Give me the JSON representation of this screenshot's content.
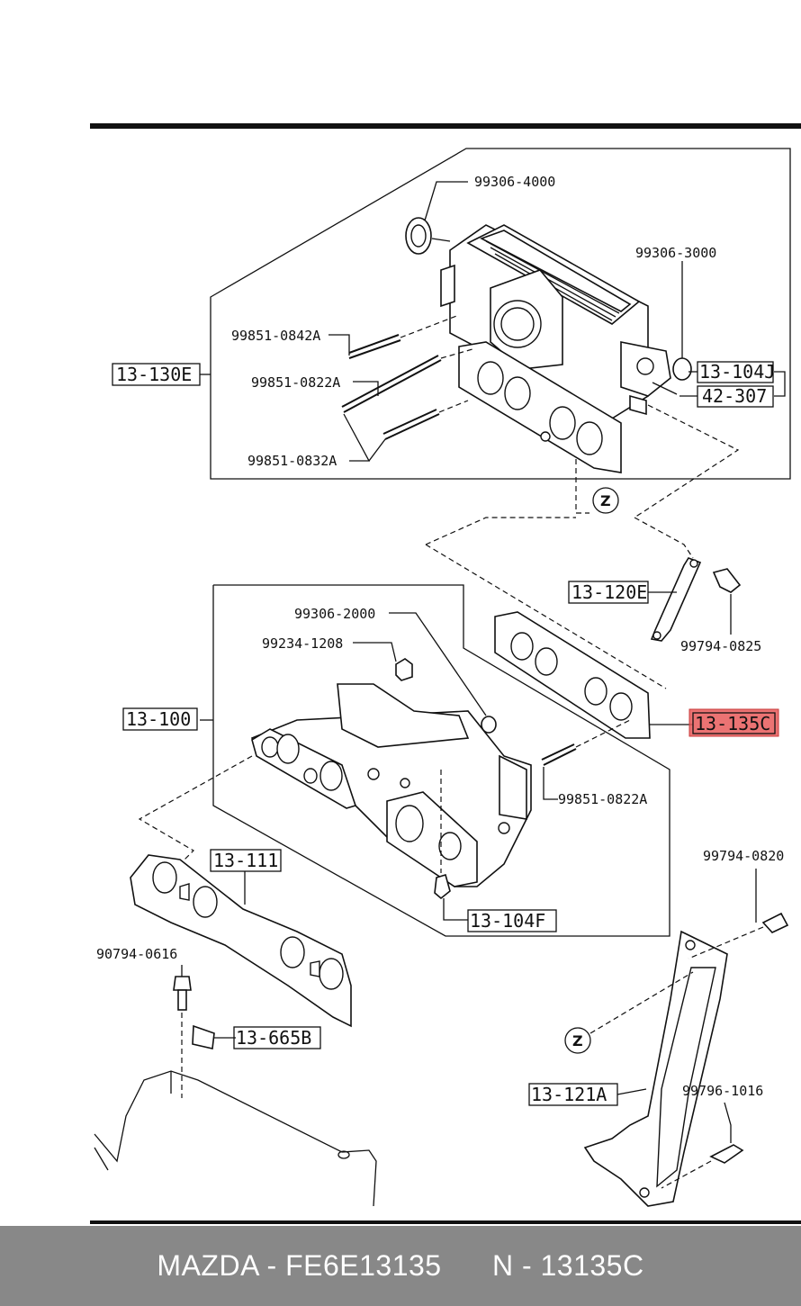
{
  "diagram": {
    "box_labels": {
      "intake_plenum": "13-130E",
      "part_13104J": "13-104J",
      "part_42307": "42-307",
      "bracket_upper": "13-120E",
      "intake_manifold": "13-100",
      "gasket_highlight": "13-135C",
      "manifold_gasket": "13-111",
      "sensor_13104F": "13-104F",
      "sensor_13665B": "13-665B",
      "bracket_lower": "13-121A"
    },
    "part_numbers": {
      "p99306_4000": "99306-4000",
      "p99306_3000": "99306-3000",
      "p99851_0842A": "99851-0842A",
      "p99851_0822A_top": "99851-0822A",
      "p99851_0832A": "99851-0832A",
      "p99794_0825": "99794-0825",
      "p99306_2000": "99306-2000",
      "p99234_1208": "99234-1208",
      "p99851_0822A_mid": "99851-0822A",
      "p99794_0820": "99794-0820",
      "p90794_0616": "90794-0616",
      "p99796_1016": "99796-1016"
    },
    "markers": {
      "z_top": "Z",
      "z_bottom": "Z"
    },
    "highlight_color": "#e85a5a"
  },
  "footer": {
    "brand_part": "MAZDA - FE6E13135",
    "ref": "N - 13135C"
  }
}
